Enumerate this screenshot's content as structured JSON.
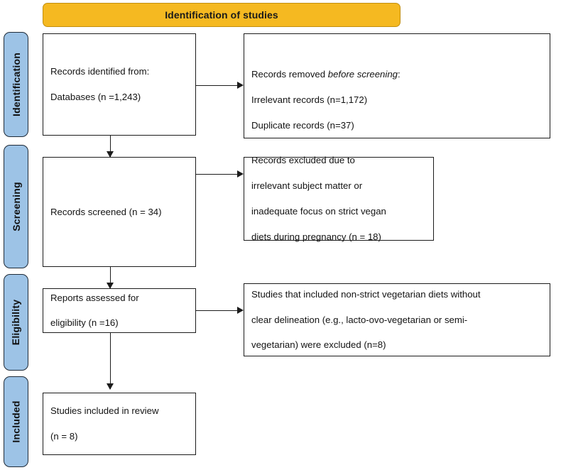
{
  "banner": {
    "title": "Identification of studies",
    "color": "#f5b921"
  },
  "stages": [
    {
      "label": "Identification",
      "color": "#9dc3e6"
    },
    {
      "label": "Screening",
      "color": "#9dc3e6"
    },
    {
      "label": "Eligibility",
      "color": "#9dc3e6"
    },
    {
      "label": "Included",
      "color": "#9dc3e6"
    }
  ],
  "boxes": {
    "identified": {
      "line1": "Records identified from:",
      "line2": "    Databases (n =1,243)"
    },
    "removed": {
      "lead": "Records removed ",
      "lead_italic": "before screening",
      "lead_tail": ":",
      "line2": "Irrelevant records (n=1,172)",
      "line3": "     Duplicate records (n=37)"
    },
    "screened": {
      "line1": "Records screened (n = 34)"
    },
    "excluded_screening": {
      "line1": "Records excluded due to",
      "line2": "irrelevant subject matter or",
      "line3": "inadequate focus on strict vegan",
      "line4": "diets during pregnancy (n = 18)"
    },
    "eligibility": {
      "line1": "Reports assessed for",
      "line2": "eligibility (n =16)"
    },
    "excluded_eligibility": {
      "line1": "Studies that included non-strict vegetarian diets without",
      "line2": "clear delineation (e.g., lacto-ovo-vegetarian or semi-",
      "line3": "vegetarian) were excluded (n=8)"
    },
    "included": {
      "line1": "Studies included in review",
      "line2": "(n = 8)"
    }
  }
}
